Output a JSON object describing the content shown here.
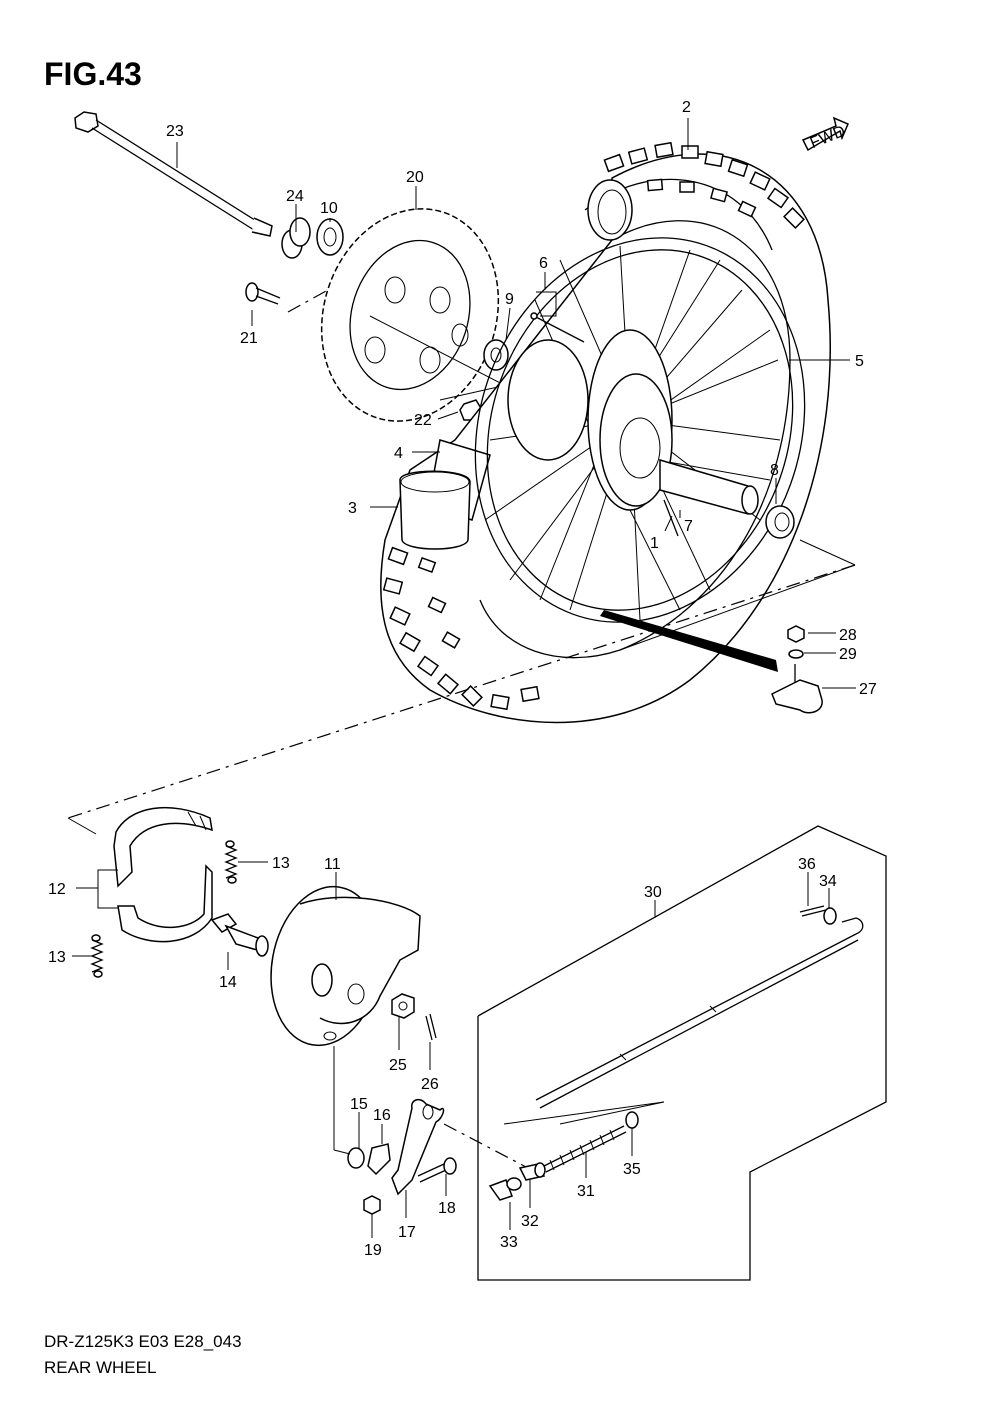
{
  "figure_title": "FIG.43",
  "model_code": "DR-Z125K3 E03 E28_043",
  "caption": "REAR WHEEL",
  "fwd_label": "FWD",
  "callouts": [
    "1",
    "2",
    "3",
    "4",
    "5",
    "6",
    "7",
    "8",
    "9",
    "10",
    "11",
    "12",
    "13",
    "13",
    "14",
    "15",
    "16",
    "17",
    "18",
    "19",
    "20",
    "21",
    "22",
    "23",
    "24",
    "25",
    "26",
    "27",
    "28",
    "29",
    "30",
    "31",
    "32",
    "33",
    "34",
    "35",
    "36"
  ]
}
